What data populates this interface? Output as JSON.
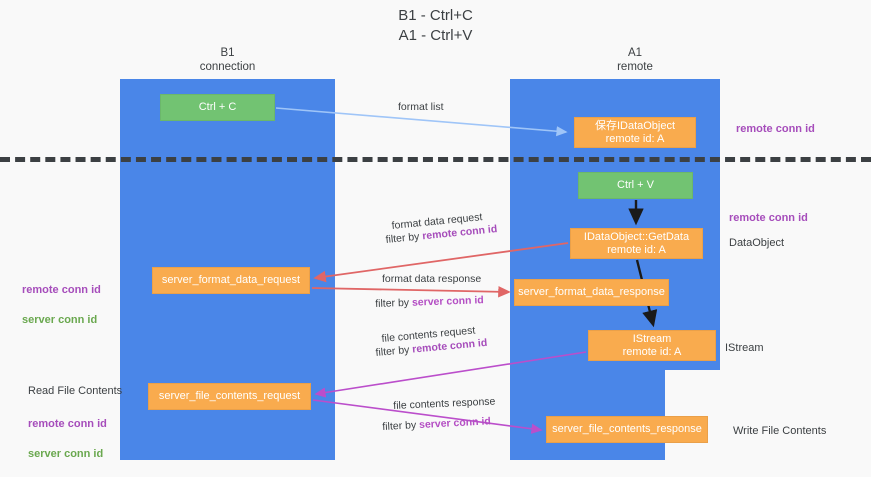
{
  "title": "B1 - Ctrl+C\nA1 - Ctrl+V",
  "columns": {
    "left": {
      "name": "B1",
      "role": "connection",
      "header": "B1\nconnection"
    },
    "right": {
      "name": "A1",
      "role": "remote",
      "header": "A1\nremote"
    }
  },
  "nodes": {
    "ctrl_c": {
      "label": "Ctrl + C",
      "color": "#72c372",
      "kind": "action"
    },
    "idataobject": {
      "label": "保存IDataObject\nremote id: A",
      "color": "#f9ab4e",
      "kind": "object"
    },
    "ctrl_v": {
      "label": "Ctrl + V",
      "color": "#72c372",
      "kind": "action"
    },
    "getdata": {
      "label": "IDataObject::GetData\nremote id: A",
      "color": "#f9ab4e",
      "kind": "call"
    },
    "server_format_data_request": {
      "label": "server_format_data_request",
      "color": "#f9ab4e",
      "kind": "message"
    },
    "server_format_data_response": {
      "label": "server_format_data_response",
      "color": "#f9ab4e",
      "kind": "message"
    },
    "istream": {
      "label": "IStream\nremote id: A",
      "color": "#f9ab4e",
      "kind": "object"
    },
    "server_file_contents_request": {
      "label": "server_file_contents_request",
      "color": "#f9ab4e",
      "kind": "message"
    },
    "server_file_contents_response": {
      "label": "server_file_contents_response",
      "color": "#f9ab4e",
      "kind": "message"
    }
  },
  "edges": {
    "format_list": {
      "text": "format list",
      "color": "#9fc5f8"
    },
    "format_data_request": {
      "line1": "format data request",
      "line2_prefix": "filter by ",
      "line2_key": "remote conn id",
      "color": "#e06666"
    },
    "format_data_response": {
      "line1": "format data response",
      "line2_prefix": "filter by ",
      "line2_key": "server conn id",
      "color": "#e06666"
    },
    "file_contents_request": {
      "line1": "file contents request",
      "line2_prefix": "filter by ",
      "line2_key": "remote conn id",
      "color": "#bb4ecb"
    },
    "file_contents_response": {
      "line1": "file contents response",
      "line2_prefix": "filter by ",
      "line2_key": "server conn id",
      "color": "#bb4ecb"
    }
  },
  "annotations": {
    "right_remote_conn_top": "remote conn id",
    "right_remote_conn_mid": "remote conn id",
    "right_dataobject": "DataObject",
    "right_istream": "IStream",
    "right_write_file_contents": "Write File Contents",
    "left_remote_conn_id": "remote conn id",
    "left_server_conn_id": "server conn id",
    "left_read_file_contents": "Read File Contents",
    "left_remote_conn_id_2": "remote conn id",
    "left_server_conn_id_2": "server conn id"
  },
  "colors": {
    "lane": "#4a86e8",
    "action": "#72c372",
    "object": "#f9ab4e",
    "red_arrow": "#e06666",
    "purple_arrow": "#bb4ecb",
    "blue_arrow": "#9fc5f8",
    "black_arrow": "#1a1a1a",
    "highlight_remote": "#a64dbb",
    "highlight_server_green": "#6aa84f",
    "background": "#f9f9f9",
    "text": "#3c4043"
  },
  "divider": {
    "style": "dashed",
    "color": "#3c4043"
  }
}
